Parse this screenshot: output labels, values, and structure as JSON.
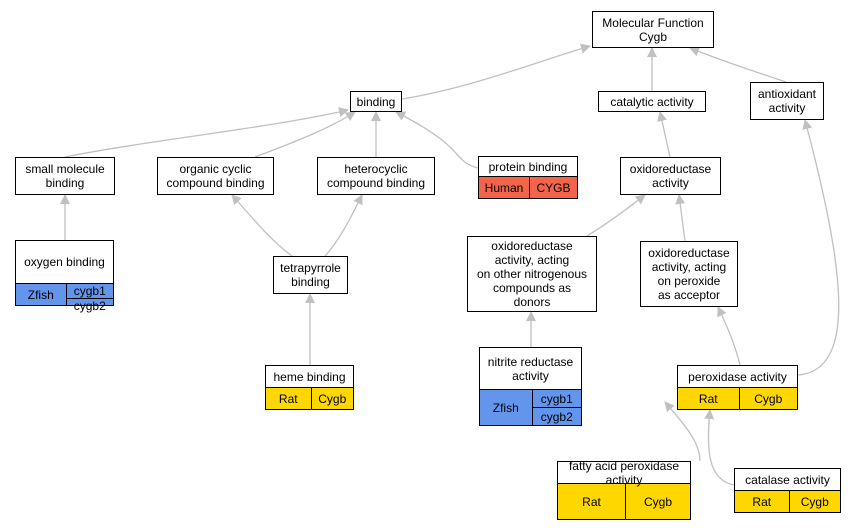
{
  "nodes": [
    {
      "id": "molecular-function",
      "label": "Molecular Function\nCygb"
    },
    {
      "id": "binding",
      "label": "binding"
    },
    {
      "id": "catalytic-activity",
      "label": "catalytic activity"
    },
    {
      "id": "antioxidant-activity",
      "label": "antioxidant\nactivity"
    },
    {
      "id": "small-molecule-binding",
      "label": "small molecule\nbinding"
    },
    {
      "id": "organic-cyclic-compound-binding",
      "label": "organic cyclic\ncompound binding"
    },
    {
      "id": "heterocyclic-compound-binding",
      "label": "heterocyclic\ncompound binding"
    },
    {
      "id": "protein-binding",
      "label": "protein binding",
      "species": {
        "name": "Human",
        "genes": [
          "CYGB"
        ],
        "color": "#f4644a"
      }
    },
    {
      "id": "oxidoreductase-activity",
      "label": "oxidoreductase\nactivity"
    },
    {
      "id": "oxygen-binding",
      "label": "oxygen binding",
      "species": {
        "name": "Zfish",
        "genes": [
          "cygb1",
          "cygb2"
        ],
        "color": "#6495ed"
      }
    },
    {
      "id": "tetrapyrrole-binding",
      "label": "tetrapyrrole\nbinding"
    },
    {
      "id": "oxidoreductase-nitrogenous",
      "label": "oxidoreductase\nactivity, acting\non other nitrogenous\ncompounds as\ndonors"
    },
    {
      "id": "oxidoreductase-peroxide",
      "label": "oxidoreductase\nactivity, acting\non peroxide\nas acceptor"
    },
    {
      "id": "heme-binding",
      "label": "heme binding",
      "species": {
        "name": "Rat",
        "genes": [
          "Cygb"
        ],
        "color": "#ffd700"
      }
    },
    {
      "id": "nitrite-reductase-activity",
      "label": "nitrite reductase\nactivity",
      "species": {
        "name": "Zfish",
        "genes": [
          "cygb1",
          "cygb2"
        ],
        "color": "#6495ed"
      }
    },
    {
      "id": "peroxidase-activity",
      "label": "peroxidase activity",
      "species": {
        "name": "Rat",
        "genes": [
          "Cygb"
        ],
        "color": "#ffd700"
      }
    },
    {
      "id": "fatty-acid-peroxidase-activity",
      "label": "fatty acid peroxidase\nactivity",
      "species": {
        "name": "Rat",
        "genes": [
          "Cygb"
        ],
        "color": "#ffd700"
      }
    },
    {
      "id": "catalase-activity",
      "label": "catalase activity",
      "species": {
        "name": "Rat",
        "genes": [
          "Cygb"
        ],
        "color": "#ffd700"
      }
    }
  ],
  "edges": [
    {
      "from": "binding",
      "to": "molecular-function"
    },
    {
      "from": "catalytic-activity",
      "to": "molecular-function"
    },
    {
      "from": "antioxidant-activity",
      "to": "molecular-function"
    },
    {
      "from": "small-molecule-binding",
      "to": "binding"
    },
    {
      "from": "organic-cyclic-compound-binding",
      "to": "binding"
    },
    {
      "from": "heterocyclic-compound-binding",
      "to": "binding"
    },
    {
      "from": "protein-binding",
      "to": "binding"
    },
    {
      "from": "oxidoreductase-activity",
      "to": "catalytic-activity"
    },
    {
      "from": "oxygen-binding",
      "to": "small-molecule-binding"
    },
    {
      "from": "tetrapyrrole-binding",
      "to": "organic-cyclic-compound-binding"
    },
    {
      "from": "tetrapyrrole-binding",
      "to": "heterocyclic-compound-binding"
    },
    {
      "from": "oxidoreductase-nitrogenous",
      "to": "oxidoreductase-activity"
    },
    {
      "from": "oxidoreductase-peroxide",
      "to": "oxidoreductase-activity"
    },
    {
      "from": "heme-binding",
      "to": "tetrapyrrole-binding"
    },
    {
      "from": "nitrite-reductase-activity",
      "to": "oxidoreductase-nitrogenous"
    },
    {
      "from": "peroxidase-activity",
      "to": "oxidoreductase-peroxide"
    },
    {
      "from": "peroxidase-activity",
      "to": "antioxidant-activity"
    },
    {
      "from": "fatty-acid-peroxidase-activity",
      "to": "peroxidase-activity"
    },
    {
      "from": "catalase-activity",
      "to": "peroxidase-activity"
    }
  ],
  "colors": {
    "edge": "#c0c0c0",
    "human": "#f4644a",
    "zfish": "#6495ed",
    "rat": "#ffd700"
  }
}
